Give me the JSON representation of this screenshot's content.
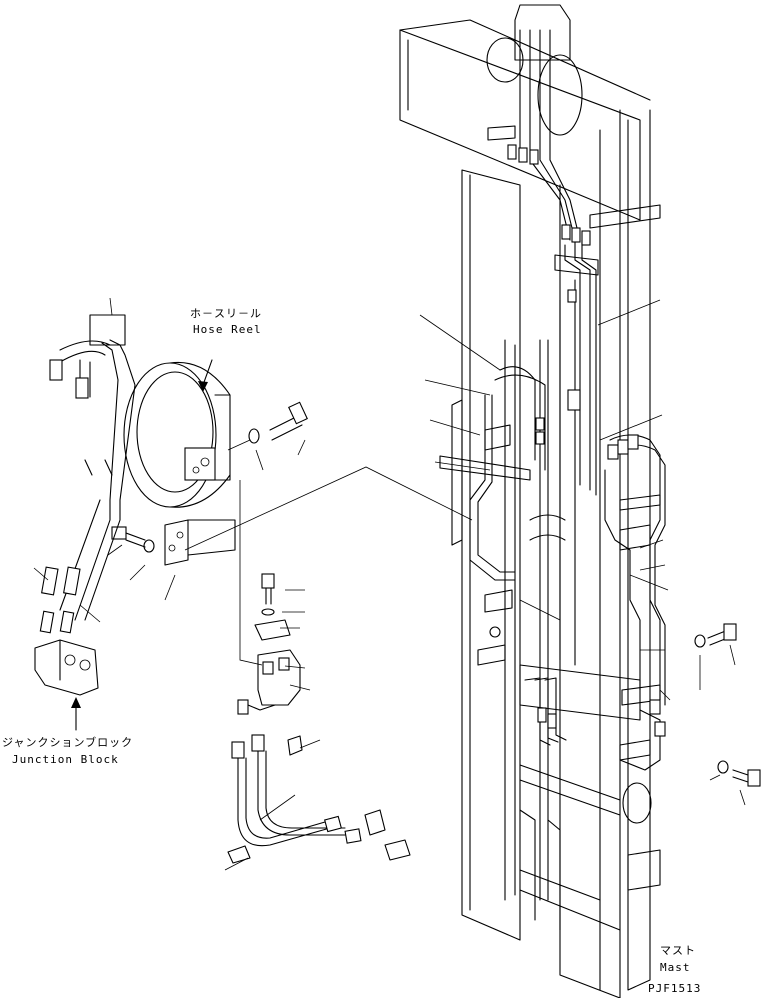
{
  "labels": {
    "hose_reel_jp": "ホ－スリ－ル",
    "hose_reel_en": "Hose Reel",
    "junction_block_jp": "ジャンクションブロック",
    "junction_block_en": "Junction Block",
    "mast_jp": "マスト",
    "mast_en": "Mast",
    "drawing_code": "PJF1513"
  },
  "colors": {
    "line": "#000000",
    "background": "#ffffff"
  }
}
